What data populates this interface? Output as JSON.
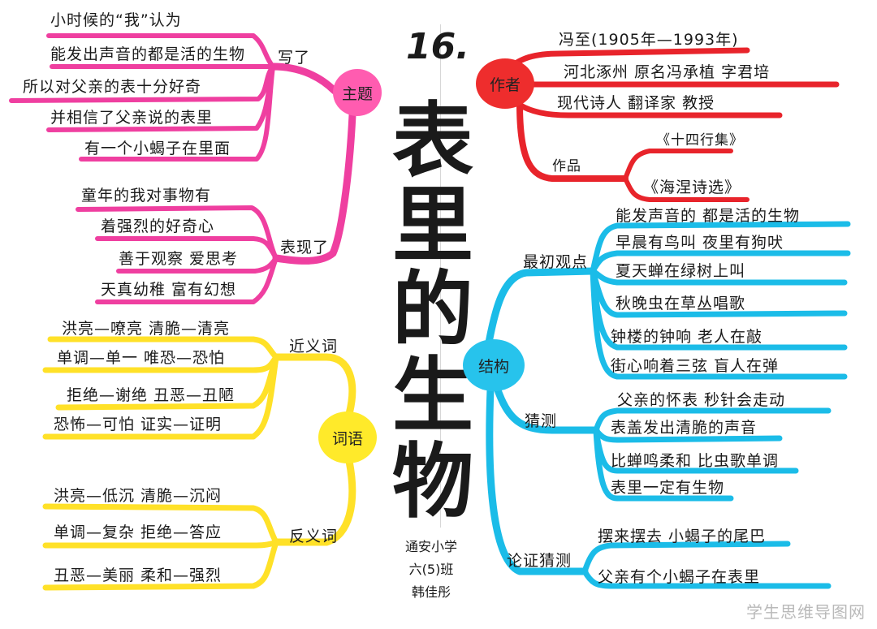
{
  "title": {
    "number": "16.",
    "chars": [
      "表",
      "里",
      "的",
      "生",
      "物"
    ]
  },
  "signature": [
    "通安小学",
    "六(5)班",
    "韩佳彤"
  ],
  "watermark": "学生思维导图网",
  "colors": {
    "theme": "#ef3fa0",
    "author": "#e8242b",
    "words": "#ffe128",
    "structure": "#1bbce8",
    "node_author": "#ee2d2d",
    "node_theme": "#ff5cb0",
    "node_words": "#ffea2a",
    "node_structure": "#27c3ec"
  },
  "theme": {
    "node": "主题",
    "wrote_label": "写了",
    "wrote": [
      "小时候的“我”认为",
      "能发出声音的都是活的生物",
      "所以对父亲的表十分好奇",
      "并相信了父亲说的表里",
      "有一个小蝎子在里面"
    ],
    "show_label": "表现了",
    "show": [
      "童年的我对事物有",
      "着强烈的好奇心",
      "善于观察 爱思考",
      "天真幼稚 富有幻想"
    ]
  },
  "author": {
    "node": "作者",
    "items": [
      "冯至(1905年—1993年)",
      "河北涿州 原名冯承植  字君培",
      "现代诗人 翻译家 教授"
    ],
    "works_label": "作品",
    "works": [
      "《十四行集》",
      "《海涅诗选》"
    ]
  },
  "words": {
    "node": "词语",
    "syn_label": "近义词",
    "synonyms": [
      "洪亮—嘹亮  清脆—清亮",
      "单调—单一  唯恐—恐怕",
      "拒绝—谢绝  丑恶—丑陋",
      "恐怖—可怕  证实—证明"
    ],
    "ant_label": "反义词",
    "antonyms": [
      "洪亮—低沉  清脆—沉闷",
      "单调—复杂  拒绝—答应",
      "丑恶—美丽  柔和—强烈"
    ]
  },
  "structure": {
    "node": "结构",
    "initial_label": "最初观点",
    "initial": [
      "能发声音的  都是活的生物",
      "早晨有鸟叫  夜里有狗吠",
      "夏天蝉在绿树上叫",
      "秋晚虫在草丛唱歌",
      "钟楼的钟响  老人在敲",
      "街心响着三弦  盲人在弹"
    ],
    "guess_label": "猜测",
    "guess": [
      "父亲的怀表  秒针会走动",
      "表盖发出清脆的声音",
      "比蝉鸣柔和  比虫歌单调",
      "表里一定有生物"
    ],
    "proof_label": "论证猜测",
    "proof": [
      "摆来摆去  小蝎子的尾巴",
      "父亲有个小蝎子在表里"
    ]
  }
}
